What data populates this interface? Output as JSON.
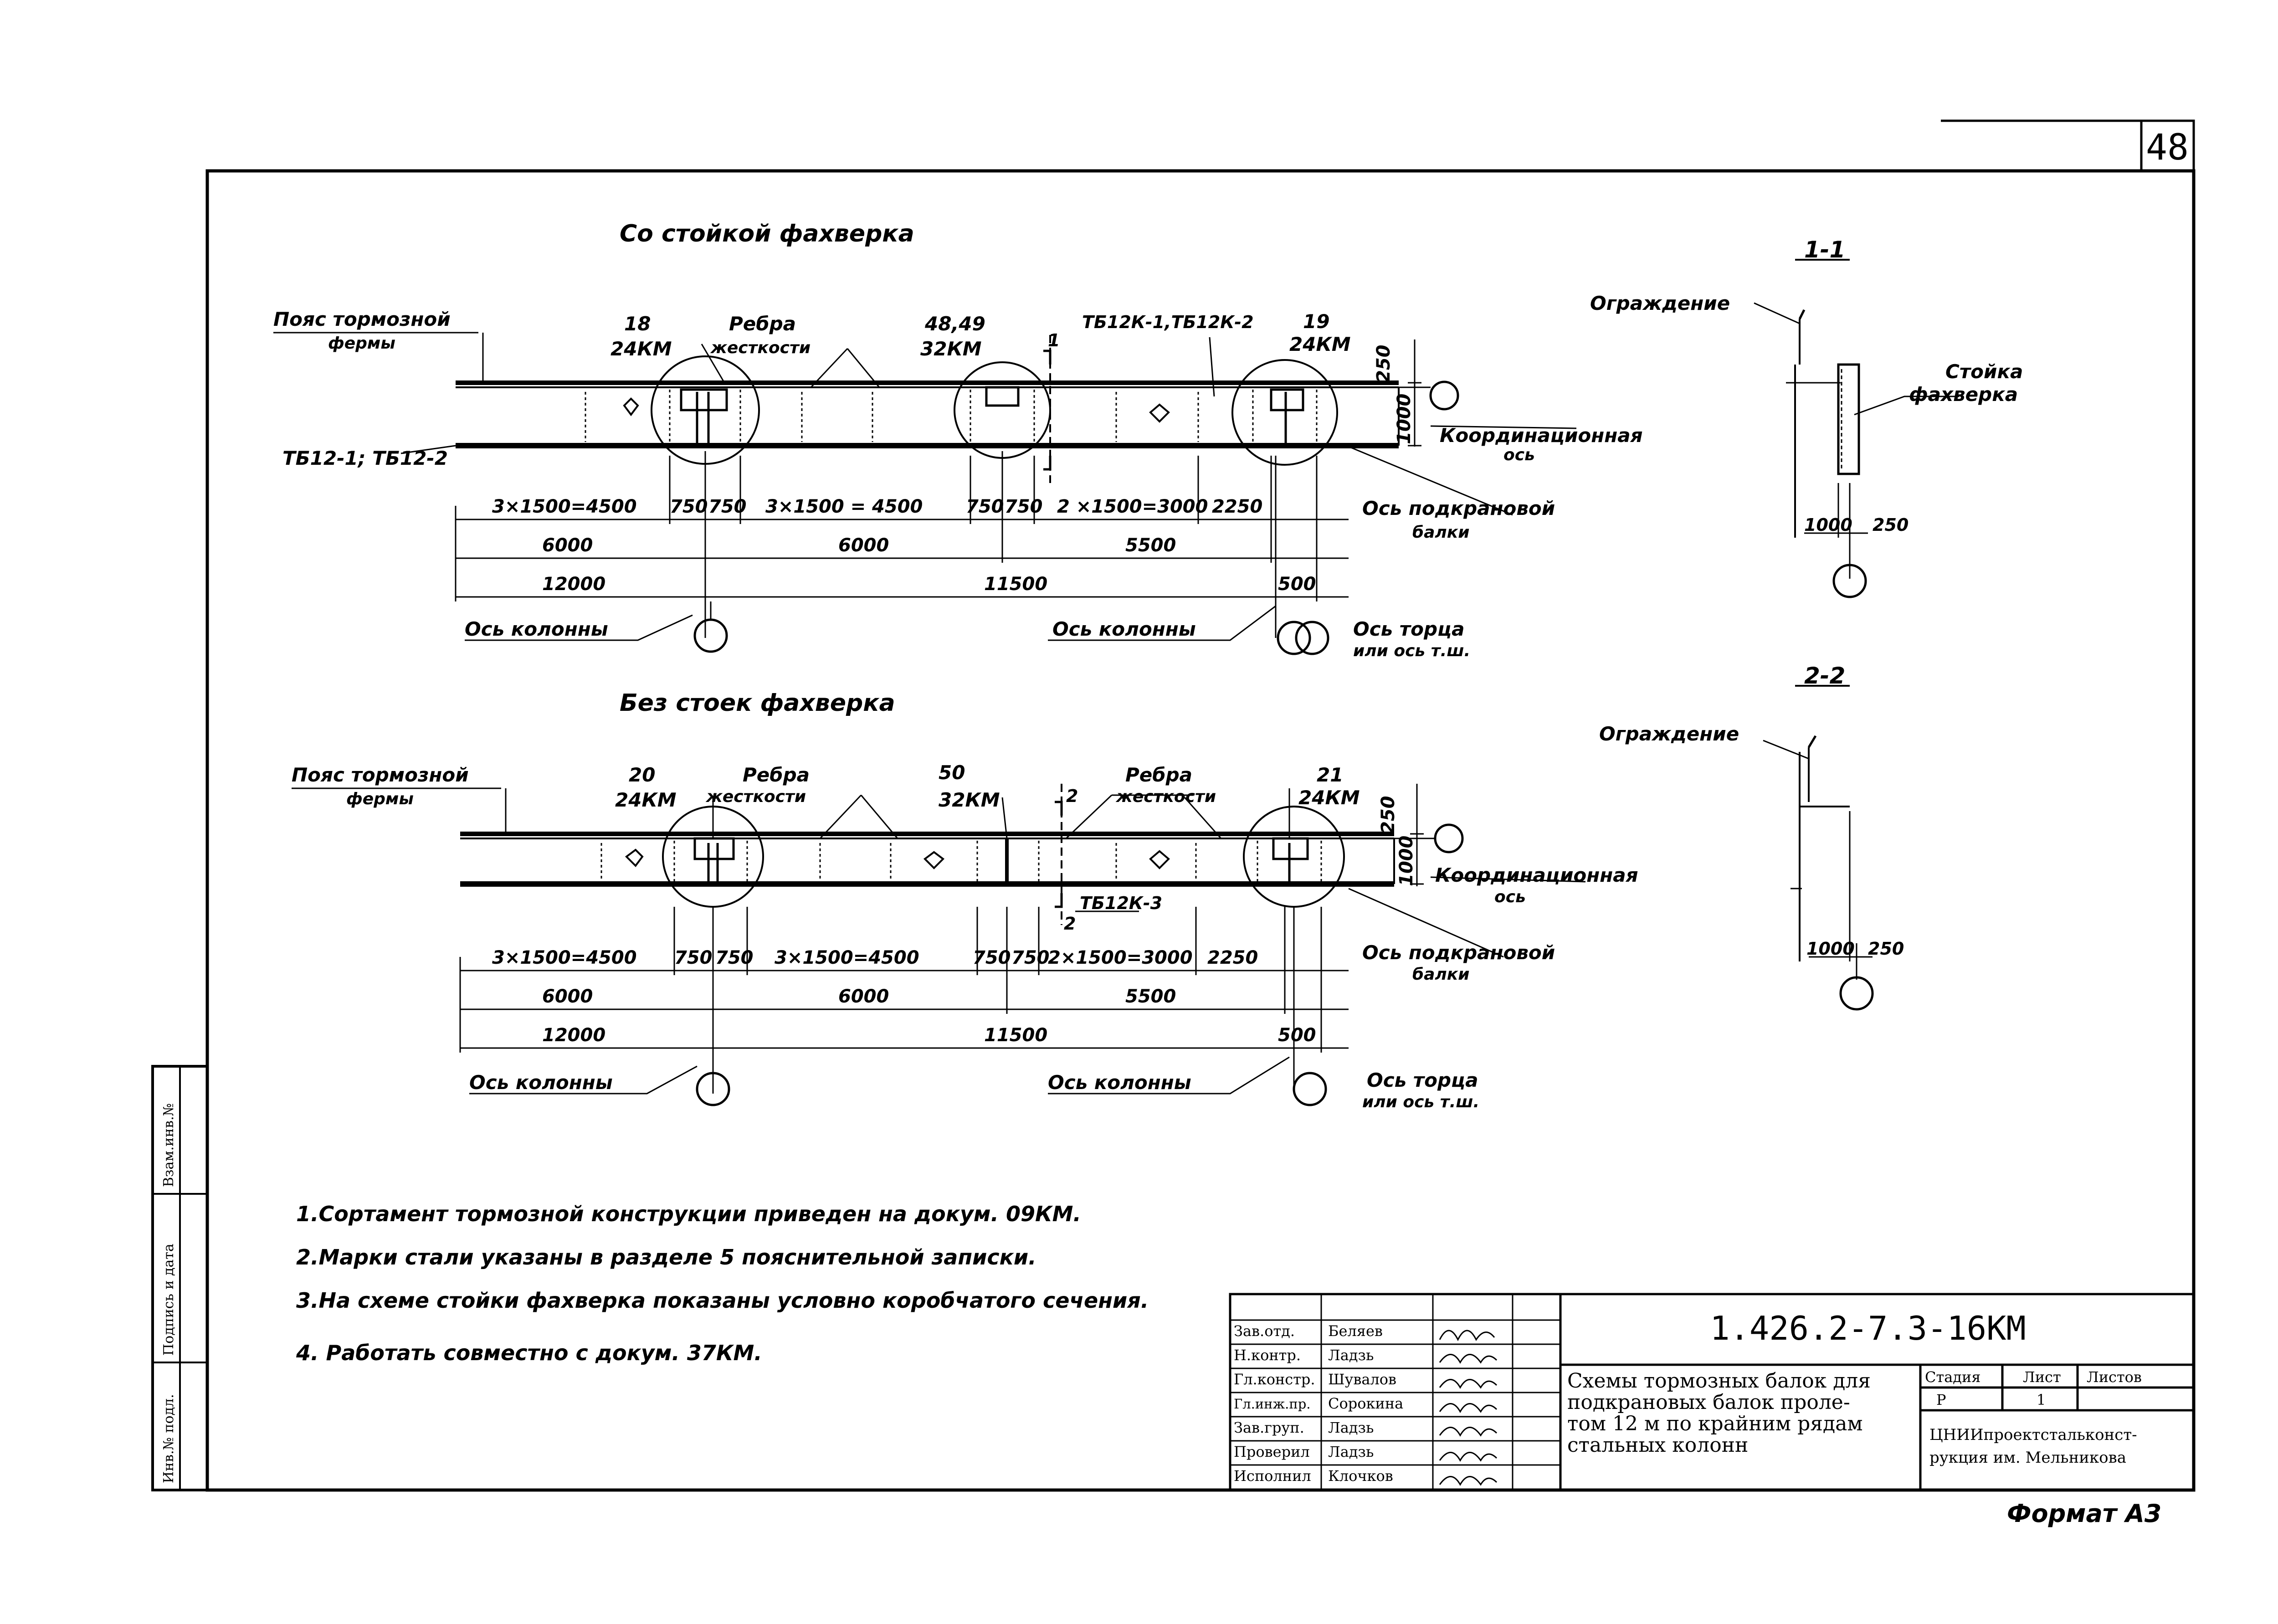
{
  "sheet": {
    "number": "48",
    "format": "Формат А3"
  },
  "scheme1": {
    "title": "Со стойкой фахверка",
    "truss_axis": [
      "Пояс тормозной",
      "фермы"
    ],
    "brake_beams": "ТБ12-1; ТБ12-2",
    "ribs": [
      "Ребра",
      "жесткости"
    ],
    "node_left": [
      "18",
      "24КМ"
    ],
    "node_mid": [
      "48,49",
      "32КМ"
    ],
    "node_right": [
      "19",
      "24КМ"
    ],
    "marks_top": "ТБ12К-1,ТБ12К-2",
    "section_mark": "1",
    "dim_250": "250",
    "dim_1000": "1000",
    "coord_axis": [
      "Координационная",
      "ось"
    ],
    "crane_axis": [
      "Ось подкрановой",
      "балки"
    ],
    "dims_row1": [
      "3×1500=4500",
      "750",
      "750",
      "3×1500 = 4500",
      "750",
      "750",
      "2 ×1500=3000",
      "2250"
    ],
    "dims_row2": [
      "6000",
      "6000",
      "5500"
    ],
    "dims_row3": [
      "12000",
      "11500",
      "500"
    ],
    "column_axis": "Ось колонны",
    "end_axis": [
      "Ось торца",
      "или ось т.ш."
    ]
  },
  "scheme2": {
    "title": "Без стоек фахверка",
    "truss_axis": [
      "Пояс тормозной",
      "фермы"
    ],
    "ribs_left": [
      "Ребра",
      "жесткости"
    ],
    "ribs_right": [
      "Ребра",
      "жесткости"
    ],
    "node_left": [
      "20",
      "24КМ"
    ],
    "node_mid": [
      "50",
      "32КМ"
    ],
    "node_right": [
      "21",
      "24КМ"
    ],
    "section_mark": "2",
    "beam_mark": "ТБ12К-3",
    "dim_250": "250",
    "dim_1000": "1000",
    "coord_axis": [
      "Координационная",
      "ось"
    ],
    "crane_axis": [
      "Ось подкрановой",
      "балки"
    ],
    "dims_row1": [
      "3×1500=4500",
      "750",
      "750",
      "3×1500=4500",
      "750",
      "750",
      "2×1500=3000",
      "2250"
    ],
    "dims_row2": [
      "6000",
      "6000",
      "5500"
    ],
    "dims_row3": [
      "12000",
      "11500",
      "500"
    ],
    "column_axis": "Ось колонны",
    "end_axis": [
      "Ось торца",
      "или ось т.ш."
    ]
  },
  "section1": {
    "title": "1-1",
    "fence": "Ограждение",
    "post": [
      "Стойка",
      "фахверка"
    ],
    "dims": [
      "1000",
      "250"
    ]
  },
  "section2": {
    "title": "2-2",
    "fence": "Ограждение",
    "dims": [
      "1000",
      "250"
    ]
  },
  "notes": [
    "1.Сортамент тормозной конструкции приведен на докум. 09КМ.",
    "2.Марки стали указаны в разделе 5 пояснительной записки.",
    "3.На схеме стойки фахверка показаны условно коробчатого сечения.",
    "4. Работать совместно с докум. 37КМ."
  ],
  "side_stamp": [
    "Инв.№ подл.",
    "Подпись и дата",
    "Взам.инв.№"
  ],
  "title_block": {
    "code": "1.426.2-7.3-16КМ",
    "description": [
      "Схемы тормозных балок для",
      "подкрановых балок проле-",
      "том 12 м по крайним рядам",
      "стальных колонн"
    ],
    "stage_label": "Стадия",
    "sheet_label": "Лист",
    "sheets_label": "Листов",
    "stage": "Р",
    "sheet": "1",
    "sheets": "",
    "org": [
      "ЦНИИпроектстальконст-",
      "рукция им. Мельникова"
    ],
    "people": [
      {
        "role": "Зав.отд.",
        "name": "Беляев"
      },
      {
        "role": "Н.контр.",
        "name": "Ладзь"
      },
      {
        "role": "Гл.констр.",
        "name": "Шувалов"
      },
      {
        "role": "Гл.инж.пр.",
        "name": "Сорокина"
      },
      {
        "role": "Зав.груп.",
        "name": "Ладзь"
      },
      {
        "role": "Проверил",
        "name": "Ладзь"
      },
      {
        "role": "Исполнил",
        "name": "Клочков"
      }
    ]
  }
}
